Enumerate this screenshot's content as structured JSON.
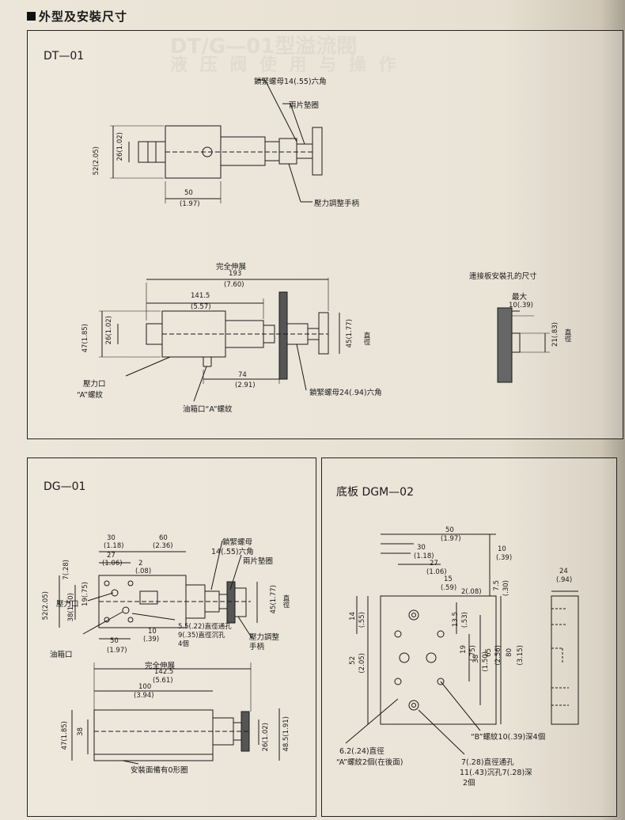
{
  "heading": "外型及安裝尺寸",
  "ghost": {
    "title1": "DT/G—01型溢流閥",
    "title2": "液 压 阀 使 用 与 操 作"
  },
  "dt01": {
    "title": "DT—01",
    "lock_nut_top": "鎖緊螺母14(.55)六角",
    "spring_washer": "兩片墊圈",
    "pressure_knob": "壓力調整手柄",
    "d52": "52",
    "d52i": "(2.05)",
    "d26": "26(1.02)",
    "d50": "50",
    "d50i": "(1.97)",
    "full_ext": "完全伸展",
    "d193": "193",
    "d193i": "(7.60)",
    "d1415": "141.5",
    "d1415i": "(5.57)",
    "d47": "47",
    "d47i": "(1.85)",
    "d26b": "26(1.02)",
    "d45": "45(1.77)",
    "dia": "直徑",
    "d74": "74",
    "d74i": "(2.91)",
    "port_p": "壓力口",
    "port_a": "“A”螺紋",
    "lock_nut_bot": "鎖緊螺母24(.94)六角",
    "tank_port": "油箱口“A”螺紋",
    "mount_hole": "連接板安裝孔的尺寸",
    "max": "最大",
    "d10": "10(.39)",
    "d21": "21(.83)",
    "dia2": "直徑"
  },
  "dg01": {
    "title": "DG—01",
    "d30": "30",
    "d30i": "(1.18)",
    "d60": "60",
    "d60i": "(2.36)",
    "d27": "27",
    "d27i": "(1.06)",
    "d2": "2",
    "d2i": "(.08)",
    "d7": "7",
    "d7i": "(.28)",
    "d19": "19(.75)",
    "d38": "38",
    "d38i": "(1.50)",
    "d52": "52",
    "d52i": "(2.05)",
    "lock_nut": "鎖緊螺母",
    "lock_nut2": "14(.55)六角",
    "washer": "兩片墊圈",
    "d45": "45(1.77)",
    "dia": "直徑",
    "port_p": "壓力口",
    "tank": "油箱口",
    "hole1": "5.5(.22)直徑通孔",
    "hole2": "9(.35)直徑沉孔",
    "hole3": "4個",
    "d10": "10",
    "d10i": "(.39)",
    "d50": "50",
    "d50i": "(1.97)",
    "knob": "壓力調整",
    "knob2": "手柄",
    "full_ext": "完全伸展",
    "d1425": "142.5",
    "d1425i": "(5.61)",
    "d100": "100",
    "d100i": "(3.94)",
    "d47": "47",
    "d47i": "(1.85)",
    "d38b": "38",
    "d26": "26",
    "d26i": "(1.02)",
    "d485": "48.5",
    "d485i": "(1.91)",
    "oring": "安裝面備有0形圈"
  },
  "dgm02": {
    "title": "底板  DGM—02",
    "d50": "50",
    "d50i": "(1.97)",
    "d30": "30",
    "d30i": "(1.18)",
    "d27": "27",
    "d27i": "(1.06)",
    "d15": "15",
    "d15i": "(.59)",
    "d2": "2(.08)",
    "d10": "10",
    "d10i": "(.39)",
    "d75": "7.5",
    "d75i": "(.30)",
    "d24": "24",
    "d24i": "(.94)",
    "d14": "14",
    "d14i": "(.55)",
    "d135": "13.5",
    "d135i": "(.53)",
    "d19": "19",
    "d19i": "(.75)",
    "d38": "38",
    "d38i": "(1.50)",
    "d65": "65",
    "d65i": "(2.56)",
    "d80": "80",
    "d80i": "(3.15)",
    "d52": "52",
    "d52i": "(2.05)",
    "b_thread": "“B”螺紋10(.39)深4個",
    "hole_a1": "6.2(.24)直徑",
    "hole_a2": "“A”螺紋2個(在後面)",
    "hole_b1": "7(.28)直徑通孔",
    "hole_b2": "11(.43)沉孔7(.28)深",
    "hole_b3": "2個"
  }
}
